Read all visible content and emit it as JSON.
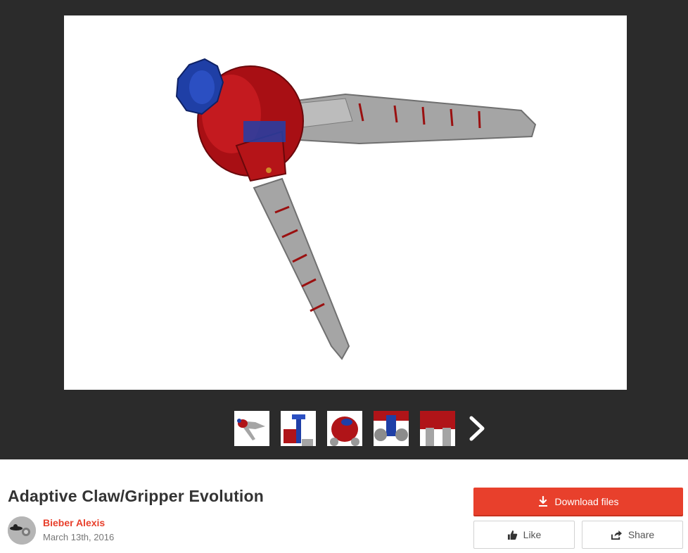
{
  "thing": {
    "title": "Adaptive Claw/Gripper Evolution",
    "author": "Bieber Alexis",
    "date": "March 13th, 2016"
  },
  "gallery": {
    "thumbnails": [
      "claw-overview",
      "screw-column",
      "red-housing",
      "worm-gears",
      "claw-mechanism"
    ]
  },
  "actions": {
    "download_label": "Download files",
    "like_label": "Like",
    "share_label": "Share"
  },
  "colors": {
    "accent": "#e8402c",
    "viewer_bg": "#2b2b2b",
    "part_red": "#b01418",
    "part_blue": "#1f3fa6",
    "part_gray": "#b8b8b8"
  }
}
